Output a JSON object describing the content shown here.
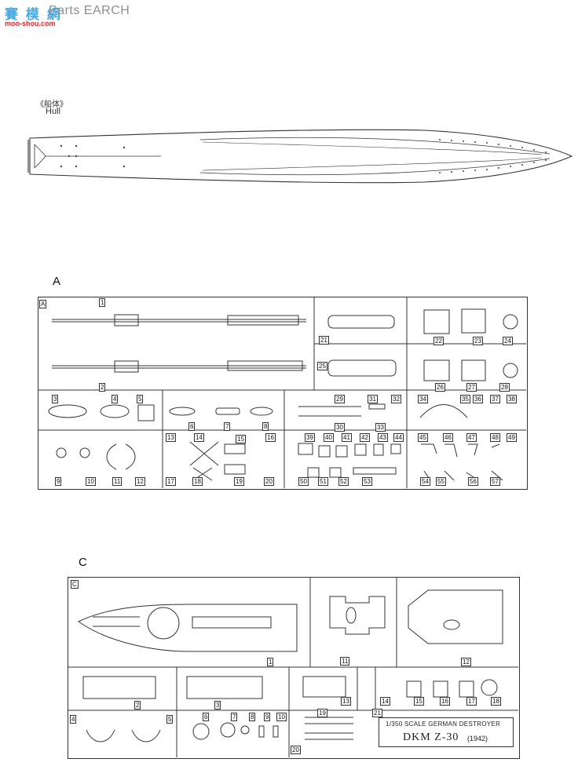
{
  "watermark": {
    "cn": "賽 模 網",
    "url": "moo-shou.com",
    "en": "Parts EARCH"
  },
  "hull": {
    "label_cn": "《船体》",
    "label_en": "Hull"
  },
  "sprue_a": {
    "label": "A",
    "corner": "A",
    "parts": [
      "1",
      "2",
      "3",
      "4",
      "5",
      "6",
      "7",
      "8",
      "9",
      "10",
      "11",
      "12",
      "13",
      "14",
      "15",
      "16",
      "17",
      "18",
      "19",
      "20",
      "21",
      "22",
      "23",
      "24",
      "25",
      "26",
      "27",
      "28",
      "29",
      "30",
      "31",
      "32",
      "33",
      "34",
      "35",
      "36",
      "37",
      "38",
      "39",
      "40",
      "41",
      "42",
      "43",
      "44",
      "45",
      "46",
      "47",
      "48",
      "49",
      "50",
      "51",
      "52",
      "53",
      "54",
      "55",
      "56",
      "57"
    ]
  },
  "sprue_c": {
    "label": "C",
    "corner": "C",
    "parts": [
      "1",
      "2",
      "3",
      "4",
      "5",
      "6",
      "7",
      "8",
      "9",
      "10",
      "11",
      "12",
      "13",
      "14",
      "15",
      "16",
      "17",
      "18",
      "19",
      "20",
      "21"
    ],
    "title_box": {
      "line1": "1/350 SCALE GERMAN DESTROYER",
      "line2": "DKM Z-30",
      "line3": "(1942)"
    }
  }
}
